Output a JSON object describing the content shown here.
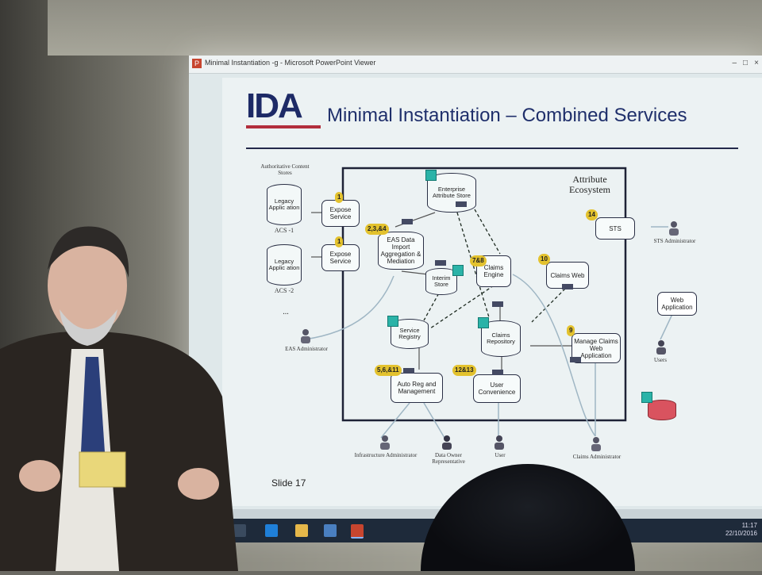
{
  "window": {
    "title": "Minimal Instantiation -g - Microsoft PowerPoint Viewer"
  },
  "slide": {
    "logo_text": "IDA",
    "title": "Minimal Instantiation – Combined Services",
    "ecosystem_label": "Attribute Ecosystem",
    "acs_label": "Authoritative Content Stores",
    "legacy1": "Legacy Applic ation",
    "legacy2": "Legacy Applic ation",
    "acs1": "ACS -1",
    "acs2": "ACS -2",
    "ellipsis": "...",
    "expose1": "Expose Service",
    "expose2": "Expose Service",
    "eas_store": "Enterprise Attribute Store",
    "eas_import": "EAS Data Import Aggregation & Mediation",
    "interim": "Interim Store",
    "claims_engine": "Claims Engine",
    "claims_web": "Claims Web",
    "sts": "STS",
    "service_registry": "Service Registry",
    "claims_repo": "Claims Repository",
    "manage_claims": "Manage Claims Web Application",
    "auto_reg": "Auto Reg and Management",
    "user_conv": "User Convenience",
    "web_app": "Web Application",
    "people": {
      "eas_admin": "EAS Administrator",
      "sts_admin": "STS Administrator",
      "users": "Users",
      "infra_admin": "Infrastructure Administrator",
      "data_owner": "Data Owner Representative",
      "user": "User",
      "claims_admin": "Claims Administrator"
    },
    "badges": {
      "b1a": "1",
      "b1b": "1",
      "b234": "2,3,&4",
      "b78": "7&8",
      "b10": "10",
      "b14": "14",
      "b9": "9",
      "b5611": "5,6,&11",
      "b1213": "12&13"
    },
    "slide_number": "Slide 17"
  },
  "taskbar": {
    "time": "11:17",
    "date": "22/10/2016"
  },
  "colors": {
    "accent_blue": "#1f2f6b",
    "logo_red": "#b22e3c",
    "badge_yellow": "#e3c22e",
    "tag_teal": "#2bb3a8"
  }
}
